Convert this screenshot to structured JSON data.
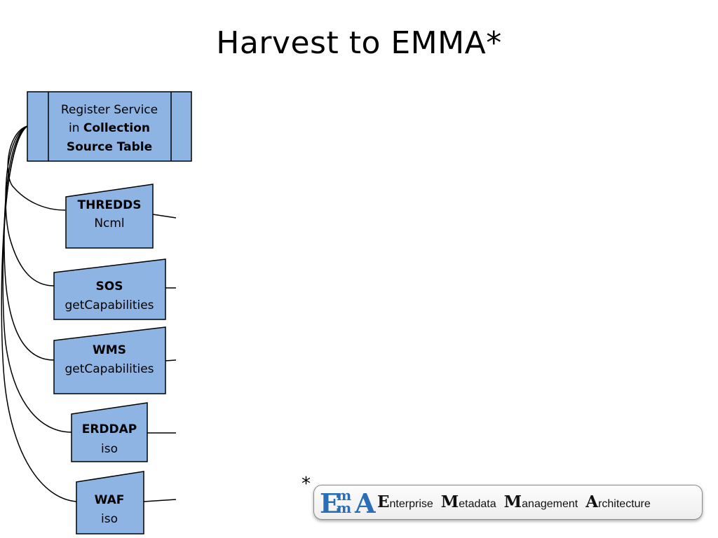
{
  "title": "Harvest to EMMA*",
  "register_box": {
    "line1": "Register Service",
    "line2_prefix": "in ",
    "line2_bold": "Collection",
    "line3_bold": "Source Table"
  },
  "services": [
    {
      "name": "THREDDS",
      "format": "Ncml"
    },
    {
      "name": "SOS",
      "format": "getCapabilities"
    },
    {
      "name": "WMS",
      "format": "getCapabilities"
    },
    {
      "name": "ERDDAP",
      "format": "iso"
    },
    {
      "name": "WAF",
      "format": "iso"
    }
  ],
  "footnote": {
    "star": "*",
    "logo_letters": {
      "e": "E",
      "m1": "m",
      "m2": "m",
      "a": "A"
    },
    "words": [
      {
        "initial": "E",
        "rest": "nterprise"
      },
      {
        "initial": "M",
        "rest": "etadata"
      },
      {
        "initial": "M",
        "rest": "anagement"
      },
      {
        "initial": "A",
        "rest": "rchitecture"
      }
    ]
  },
  "colors": {
    "box_fill": "#8eb4e3",
    "box_stroke": "#000000",
    "logo_blue": "#2a6fb5"
  }
}
